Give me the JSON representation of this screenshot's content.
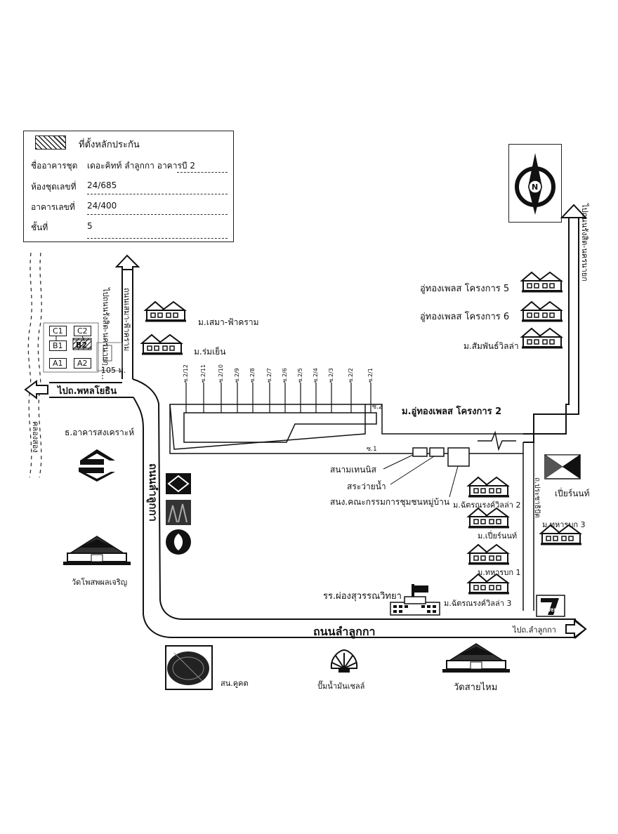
{
  "legend": {
    "collateral_label": "ที่ตั้งหลักประกัน",
    "rows": [
      {
        "label": "ชื่ออาคารชุด",
        "value": "เดอะคิทท์ ลำลูกกา อาคารบี 2"
      },
      {
        "label": "ห้องชุดเลขที่",
        "value": "24/685"
      },
      {
        "label": "อาคารเลขที่",
        "value": "24/400"
      },
      {
        "label": "ชั้นที่",
        "value": "5"
      }
    ]
  },
  "compass": {
    "letter": "N"
  },
  "buildings": [
    "C1",
    "C2",
    "B1",
    "B2",
    "A1",
    "A2"
  ],
  "distance": "105 ม.",
  "roads": {
    "to_rangsit_left": "ไปถนนรังสิต-นครนายก",
    "samao_road": "ถนนเสมา-ฟ้าคราม",
    "to_phahon": "ไปถ.พหลโยธิน",
    "khlong": "คลองสอง",
    "lamlukka_vertical": "ถนนลำลูกกา",
    "lamlukka_bottom": "ถนนลำลูกกา",
    "to_lamlukka": "ไปถ.ลำลูกกา",
    "to_rangsit_right": "ไปถนนรังสิต-นครนายก",
    "prachathipat": "ถ.ประชาธิปัต"
  },
  "sois": [
    "ซ.2/12",
    "ซ.2/11",
    "ซ.2/10",
    "ซ.2/9",
    "ซ.2/8",
    "ซ.2/7",
    "ซ.2/6",
    "ซ.2/5",
    "ซ.2/4",
    "ซ.2/3",
    "ซ.2/2",
    "ซ.2/1"
  ],
  "soi_2": "ซ.2",
  "soi_1": "ซ.1",
  "places": {
    "samao_village": "ม.เสมา-ฟ้าคราม",
    "romyen_village": "ม.ร่มเย็น",
    "uthong5": "อู่ทองเพลส โครงการ 5",
    "uthong6": "อู่ทองเพลส โครงการ 6",
    "samphan": "ม.สัมพันธ์วิลล่า",
    "uthong2": "ม.อู่ทองเพลส โครงการ 2",
    "aso_bank": "ธ.อาคารสงเคราะห์",
    "tennis": "สนามเทนนิส",
    "pool": "สระว่ายน้ำ",
    "committee": "สนง.คณะกรรมการชุมชนหมู่บ้าน",
    "chatron2": "ม.ฉัตรณรงค์วิลล่า 2",
    "pienon": "ม.เปี่ยร์นนท์",
    "thaharn1": "ม.ทหารบก 1",
    "chatron3": "ม.ฉัตรณรงค์วิลล่า 3",
    "pienon_right": "เปี่ยร์นนท์",
    "thaharn3": "ม.ทหารบก 3",
    "wat_phosaphon": "วัดโพสพผลเจริญ",
    "school": "รร.ผ่องสุวรรณวิทยา",
    "police": "สน.คูคต",
    "shell": "ปั๊มน้ำมันเชลล์",
    "wat_saimai": "วัดสายไหม"
  },
  "seven_eleven": "ELEVEN"
}
